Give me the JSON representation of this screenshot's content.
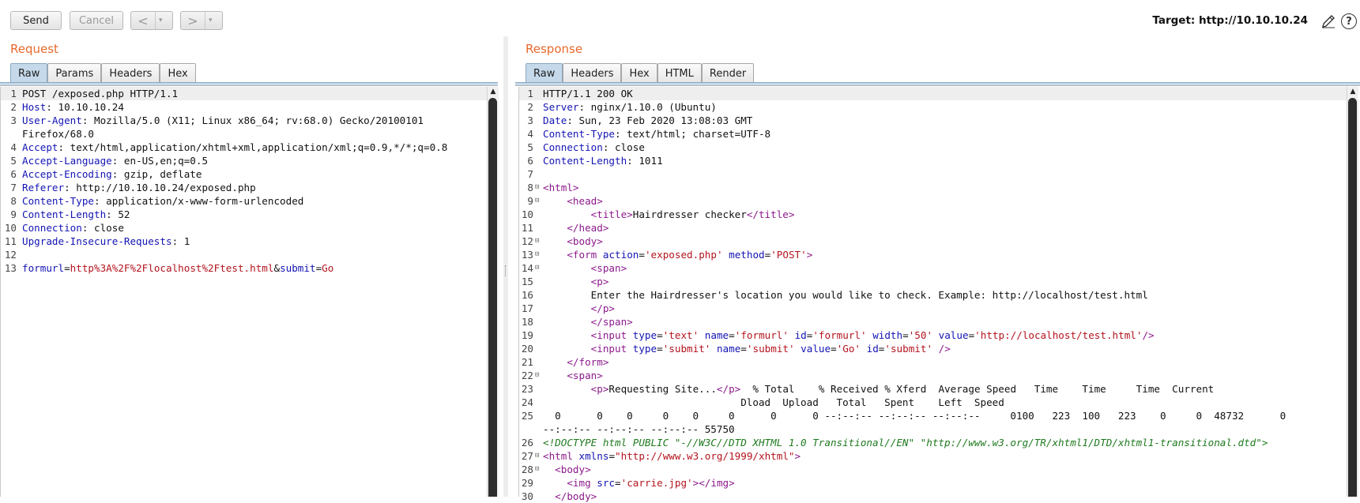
{
  "toolbar": {
    "send_label": "Send",
    "cancel_label": "Cancel",
    "back_symbol": "<",
    "forward_symbol": ">",
    "dropdown_symbol": "▾",
    "target_text": "Target: http://10.10.10.24",
    "help_symbol": "?"
  },
  "request": {
    "title": "Request",
    "tabs": [
      "Raw",
      "Params",
      "Headers",
      "Hex"
    ],
    "lines": [
      {
        "n": "1",
        "html": "POST /exposed.php HTTP/1.1"
      },
      {
        "n": "2",
        "html": "<span class=\"k\">Host</span>: 10.10.10.24"
      },
      {
        "n": "3",
        "html": "<span class=\"k\">User-Agent</span>: Mozilla/5.0 (X11; Linux x86_64; rv:68.0) Gecko/20100101"
      },
      {
        "n": "",
        "html": "Firefox/68.0"
      },
      {
        "n": "4",
        "html": "<span class=\"k\">Accept</span>: text/html,application/xhtml+xml,application/xml;q=0.9,*/*;q=0.8"
      },
      {
        "n": "5",
        "html": "<span class=\"k\">Accept-Language</span>: en-US,en;q=0.5"
      },
      {
        "n": "6",
        "html": "<span class=\"k\">Accept-Encoding</span>: gzip, deflate"
      },
      {
        "n": "7",
        "html": "<span class=\"k\">Referer</span>: http://10.10.10.24/exposed.php"
      },
      {
        "n": "8",
        "html": "<span class=\"k\">Content-Type</span>: application/x-www-form-urlencoded"
      },
      {
        "n": "9",
        "html": "<span class=\"k\">Content-Length</span>: 52"
      },
      {
        "n": "10",
        "html": "<span class=\"k\">Connection</span>: close"
      },
      {
        "n": "11",
        "html": "<span class=\"k\">Upgrade-Insecure-Requests</span>: 1"
      },
      {
        "n": "12",
        "html": ""
      },
      {
        "n": "13",
        "html": "<span class=\"k\">formurl</span>=<span class=\"v\">http%3A%2F%2Flocalhost%2Ftest.html</span>&amp;<span class=\"k\">submit</span>=<span class=\"v\">Go</span>"
      }
    ]
  },
  "response": {
    "title": "Response",
    "tabs": [
      "Raw",
      "Headers",
      "Hex",
      "HTML",
      "Render"
    ],
    "lines": [
      {
        "n": "1",
        "fold": "",
        "html": "HTTP/1.1 200 OK"
      },
      {
        "n": "2",
        "fold": "",
        "html": "<span class=\"k\">Server</span>: nginx/1.10.0 (Ubuntu)"
      },
      {
        "n": "3",
        "fold": "",
        "html": "<span class=\"k\">Date</span>: Sun, 23 Feb 2020 13:08:03 GMT"
      },
      {
        "n": "4",
        "fold": "",
        "html": "<span class=\"k\">Content-Type</span>: text/html; charset=UTF-8"
      },
      {
        "n": "5",
        "fold": "",
        "html": "<span class=\"k\">Connection</span>: close"
      },
      {
        "n": "6",
        "fold": "",
        "html": "<span class=\"k\">Content-Length</span>: 1011"
      },
      {
        "n": "7",
        "fold": "",
        "html": ""
      },
      {
        "n": "8",
        "fold": "⊟",
        "html": "<span class=\"tg\">&lt;html&gt;</span>"
      },
      {
        "n": "9",
        "fold": "⊟",
        "html": "    <span class=\"tg\">&lt;head&gt;</span>"
      },
      {
        "n": "10",
        "fold": "",
        "html": "        <span class=\"tg\">&lt;title&gt;</span>Hairdresser checker<span class=\"tg\">&lt;/title&gt;</span>"
      },
      {
        "n": "11",
        "fold": "",
        "html": "    <span class=\"tg\">&lt;/head&gt;</span>"
      },
      {
        "n": "12",
        "fold": "⊟",
        "html": "    <span class=\"tg\">&lt;body&gt;</span>"
      },
      {
        "n": "13",
        "fold": "⊟",
        "html": "    <span class=\"tg\">&lt;form</span> <span class=\"at\">action</span>=<span class=\"sv\">'exposed.php'</span> <span class=\"at\">method</span>=<span class=\"sv\">'POST'</span><span class=\"tg\">&gt;</span>"
      },
      {
        "n": "14",
        "fold": "⊟",
        "html": "        <span class=\"tg\">&lt;span&gt;</span>"
      },
      {
        "n": "15",
        "fold": "",
        "html": "        <span class=\"tg\">&lt;p&gt;</span>"
      },
      {
        "n": "16",
        "fold": "",
        "html": "        Enter the Hairdresser's location you would like to check. Example: http://localhost/test.html"
      },
      {
        "n": "17",
        "fold": "",
        "html": "        <span class=\"tg\">&lt;/p&gt;</span>"
      },
      {
        "n": "18",
        "fold": "",
        "html": "        <span class=\"tg\">&lt;/span&gt;</span>"
      },
      {
        "n": "19",
        "fold": "",
        "html": "        <span class=\"tg\">&lt;input</span> <span class=\"at\">type</span>=<span class=\"sv\">'text'</span> <span class=\"at\">name</span>=<span class=\"sv\">'formurl'</span> <span class=\"at\">id</span>=<span class=\"sv\">'formurl'</span> <span class=\"at\">width</span>=<span class=\"sv\">'50'</span> <span class=\"at\">value</span>=<span class=\"sv\">'http://localhost/test.html'</span><span class=\"tg\">/&gt;</span>"
      },
      {
        "n": "20",
        "fold": "",
        "html": "        <span class=\"tg\">&lt;input</span> <span class=\"at\">type</span>=<span class=\"sv\">'submit'</span> <span class=\"at\">name</span>=<span class=\"sv\">'submit'</span> <span class=\"at\">value</span>=<span class=\"sv\">'Go'</span> <span class=\"at\">id</span>=<span class=\"sv\">'submit'</span> <span class=\"tg\">/&gt;</span>"
      },
      {
        "n": "21",
        "fold": "",
        "html": "    <span class=\"tg\">&lt;/form&gt;</span>"
      },
      {
        "n": "22",
        "fold": "⊟",
        "html": "    <span class=\"tg\">&lt;span&gt;</span>"
      },
      {
        "n": "23",
        "fold": "",
        "html": "        <span class=\"tg\">&lt;p&gt;</span>Requesting Site...<span class=\"tg\">&lt;/p&gt;</span>  % Total    % Received % Xferd  Average Speed   Time    Time     Time  Current"
      },
      {
        "n": "24",
        "fold": "",
        "html": "                                 Dload  Upload   Total   Spent    Left  Speed"
      },
      {
        "n": "25",
        "fold": "",
        "html": "  0      0    0     0    0     0      0      0 --:--:-- --:--:-- --:--:--     0100   223  100   223    0     0  48732      0"
      },
      {
        "n": "",
        "fold": "",
        "html": "--:--:-- --:--:-- --:--:-- 55750"
      },
      {
        "n": "26",
        "fold": "",
        "html": "<span class=\"dt\">&lt;!DOCTYPE html PUBLIC \"-//W3C//DTD XHTML 1.0 Transitional//EN\" \"http://www.w3.org/TR/xhtml1/DTD/xhtml1-transitional.dtd\"&gt;</span>"
      },
      {
        "n": "27",
        "fold": "⊟",
        "html": "<span class=\"tg\">&lt;html</span> <span class=\"at\">xmlns</span>=<span class=\"sv\">\"http://www.w3.org/1999/xhtml\"</span><span class=\"tg\">&gt;</span>"
      },
      {
        "n": "28",
        "fold": "⊟",
        "html": "  <span class=\"tg\">&lt;body&gt;</span>"
      },
      {
        "n": "29",
        "fold": "",
        "html": "    <span class=\"tg\">&lt;img</span> <span class=\"at\">src</span>=<span class=\"sv\">'carrie.jpg'</span><span class=\"tg\">&gt;&lt;/img&gt;</span>"
      },
      {
        "n": "30",
        "fold": "",
        "html": "  <span class=\"tg\">&lt;/body&gt;</span>"
      }
    ]
  }
}
